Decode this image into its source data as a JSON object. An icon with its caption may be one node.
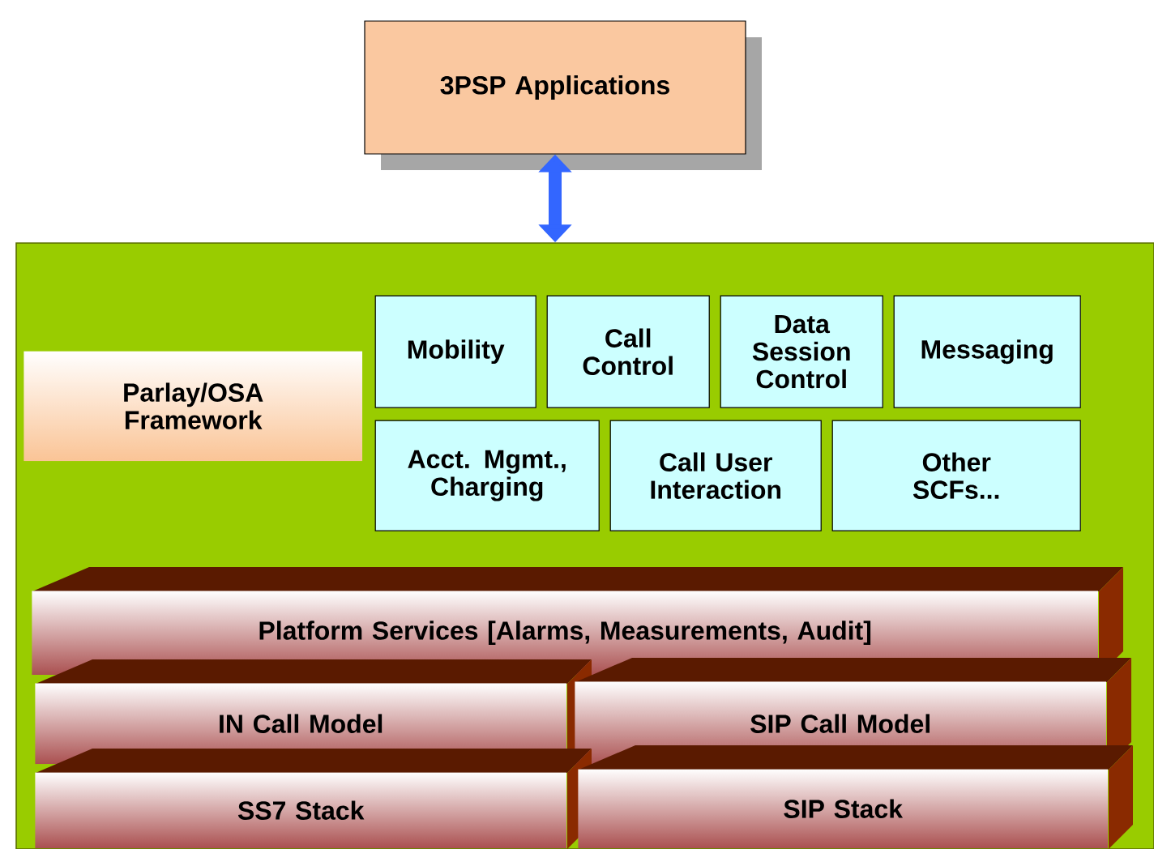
{
  "diagram": {
    "nodes": [
      {
        "text": [
          "3PSP Applications"
        ]
      },
      {
        "text": [],
        "shape": "box"
      },
      {
        "text": [
          "Parlay/OSA Framework"
        ],
        "in": 1
      },
      {
        "text": [
          "Mobility"
        ],
        "in": 1
      },
      {
        "text": [
          "Call Control"
        ],
        "in": 1
      },
      {
        "text": [
          "Data Session Control"
        ],
        "in": 1
      },
      {
        "text": [
          "Messaging"
        ],
        "in": 1
      },
      {
        "text": [
          "Acct. Mgmt., Charging"
        ],
        "in": 1
      },
      {
        "text": [
          "Call User Interaction"
        ],
        "in": 1
      },
      {
        "text": [
          "Other SCFs..."
        ],
        "in": 1
      },
      {
        "text": [
          "Platform Services [Alarms, Measurements, Audit]"
        ],
        "in": 1
      },
      {
        "text": [
          "IN Call Model"
        ],
        "in": 1
      },
      {
        "text": [
          "SIP Call Model"
        ],
        "in": 1
      },
      {
        "text": [
          "SS7 Stack"
        ],
        "in": 1
      },
      {
        "text": [
          "SIP Stack"
        ],
        "in": 1
      }
    ],
    "edges": [
      {
        "from": 0,
        "to": 1,
        "arrow": "both"
      }
    ]
  }
}
